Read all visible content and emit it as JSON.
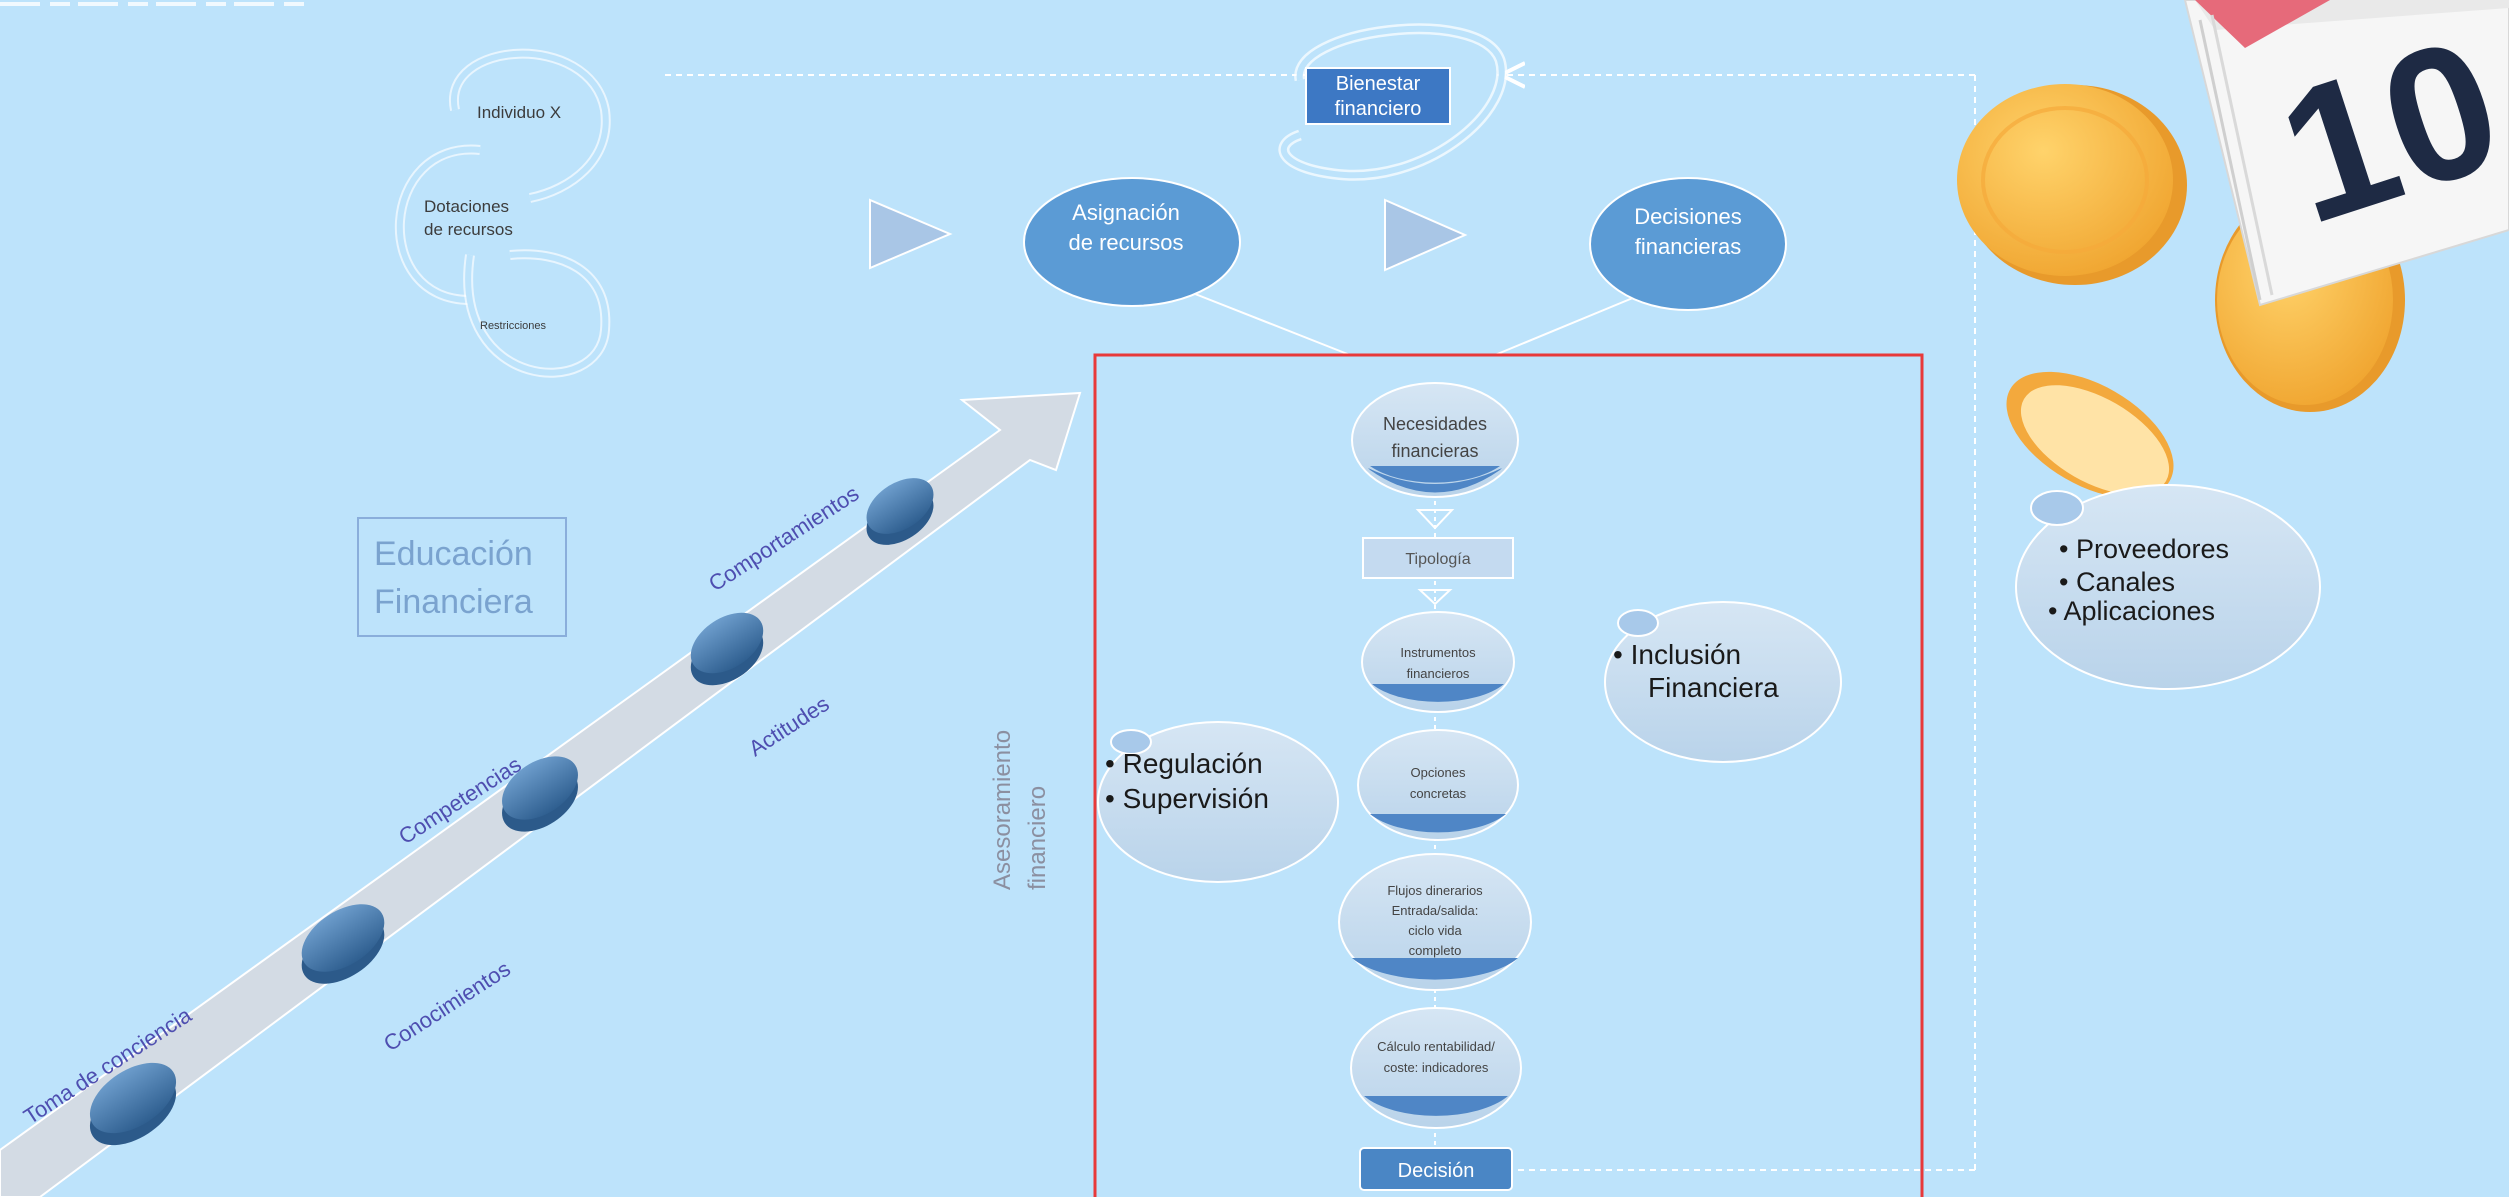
{
  "title_box": {
    "line1": "Educación",
    "line2": "Financiera"
  },
  "cycle": {
    "individual": "Individuo X",
    "endowment_line1": "Dotaciones",
    "endowment_line2": "de recursos",
    "restrictions": "Restricciones"
  },
  "wellbeing": {
    "line1": "Bienestar",
    "line2": "financiero"
  },
  "allocation": {
    "line1": "Asignación",
    "line2": "de recursos"
  },
  "decisions": {
    "line1": "Decisiones",
    "line2": "financieras"
  },
  "staircase": {
    "steps": [
      {
        "upper": "Toma de conciencia",
        "lower": ""
      },
      {
        "upper": "Competencias",
        "lower": "Conocimientos"
      },
      {
        "upper": "Comportamientos",
        "lower": "Actitudes"
      }
    ]
  },
  "advice": {
    "line1": "Asesoramiento",
    "line2": "financiero"
  },
  "process": {
    "needs": [
      "Necesidades",
      "financieras"
    ],
    "typology": "Tipología",
    "instruments": [
      "Instrumentos",
      "financieros"
    ],
    "options": [
      "Opciones",
      "concretas"
    ],
    "flows": [
      "Flujos dinerarios",
      "Entrada/salida:",
      "ciclo vida",
      "completo"
    ],
    "calc": [
      "Cálculo rentabilidad/",
      "coste: indicadores"
    ],
    "decision": "Decisión"
  },
  "regulation": {
    "items": [
      "Regulación",
      "Supervisión"
    ]
  },
  "inclusion": {
    "line1": "Inclusión",
    "line2": "Financiera"
  },
  "providers": {
    "items": [
      "Proveedores",
      "Canales",
      "Aplicaciones"
    ]
  },
  "calendar": {
    "number": "10"
  },
  "colors": {
    "background": "#bde3fb",
    "node_blue": "#5b9bd5",
    "frame_red": "#e8393a",
    "pill_blue": "#3f6f9f",
    "arrow_gray": "#d3dbe4",
    "coin_orange": "#f7b243"
  }
}
